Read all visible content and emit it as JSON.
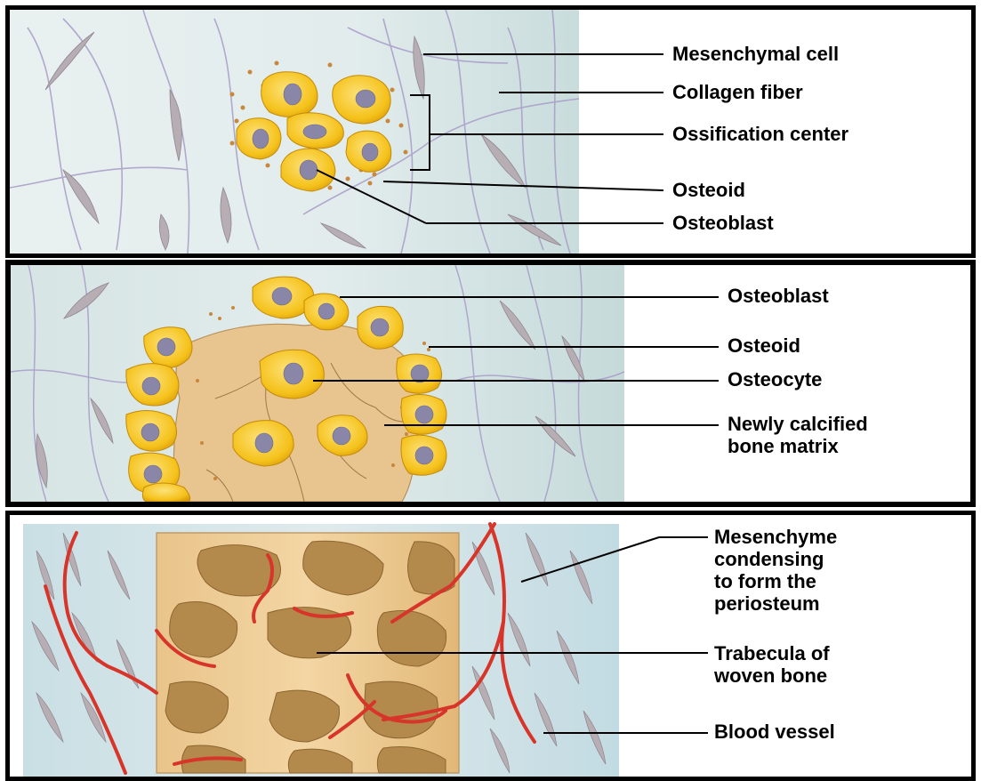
{
  "panels": [
    {
      "labels": {
        "mesenchymal_cell": "Mesenchymal cell",
        "collagen_fiber": "Collagen fiber",
        "ossification_center": "Ossification center",
        "osteoid": "Osteoid",
        "osteoblast": "Osteoblast"
      }
    },
    {
      "labels": {
        "osteoblast": "Osteoblast",
        "osteoid": "Osteoid",
        "osteocyte": "Osteocyte",
        "bone_matrix": "Newly calcified\nbone matrix"
      }
    },
    {
      "labels": {
        "mesenchyme": "Mesenchyme\ncondensing\nto form the\nperiosteum",
        "trabecula": "Trabecula of\nwoven bone",
        "blood_vessel": "Blood vessel"
      }
    }
  ],
  "colors": {
    "background": "#dde9e9",
    "cell_yellow": "#f5c21b",
    "nucleus": "#8a86a8",
    "bone": "#e8c48e",
    "vessel": "#d8352a",
    "fiber": "#a89cc8",
    "mesenchymal": "#b7aeb4"
  }
}
